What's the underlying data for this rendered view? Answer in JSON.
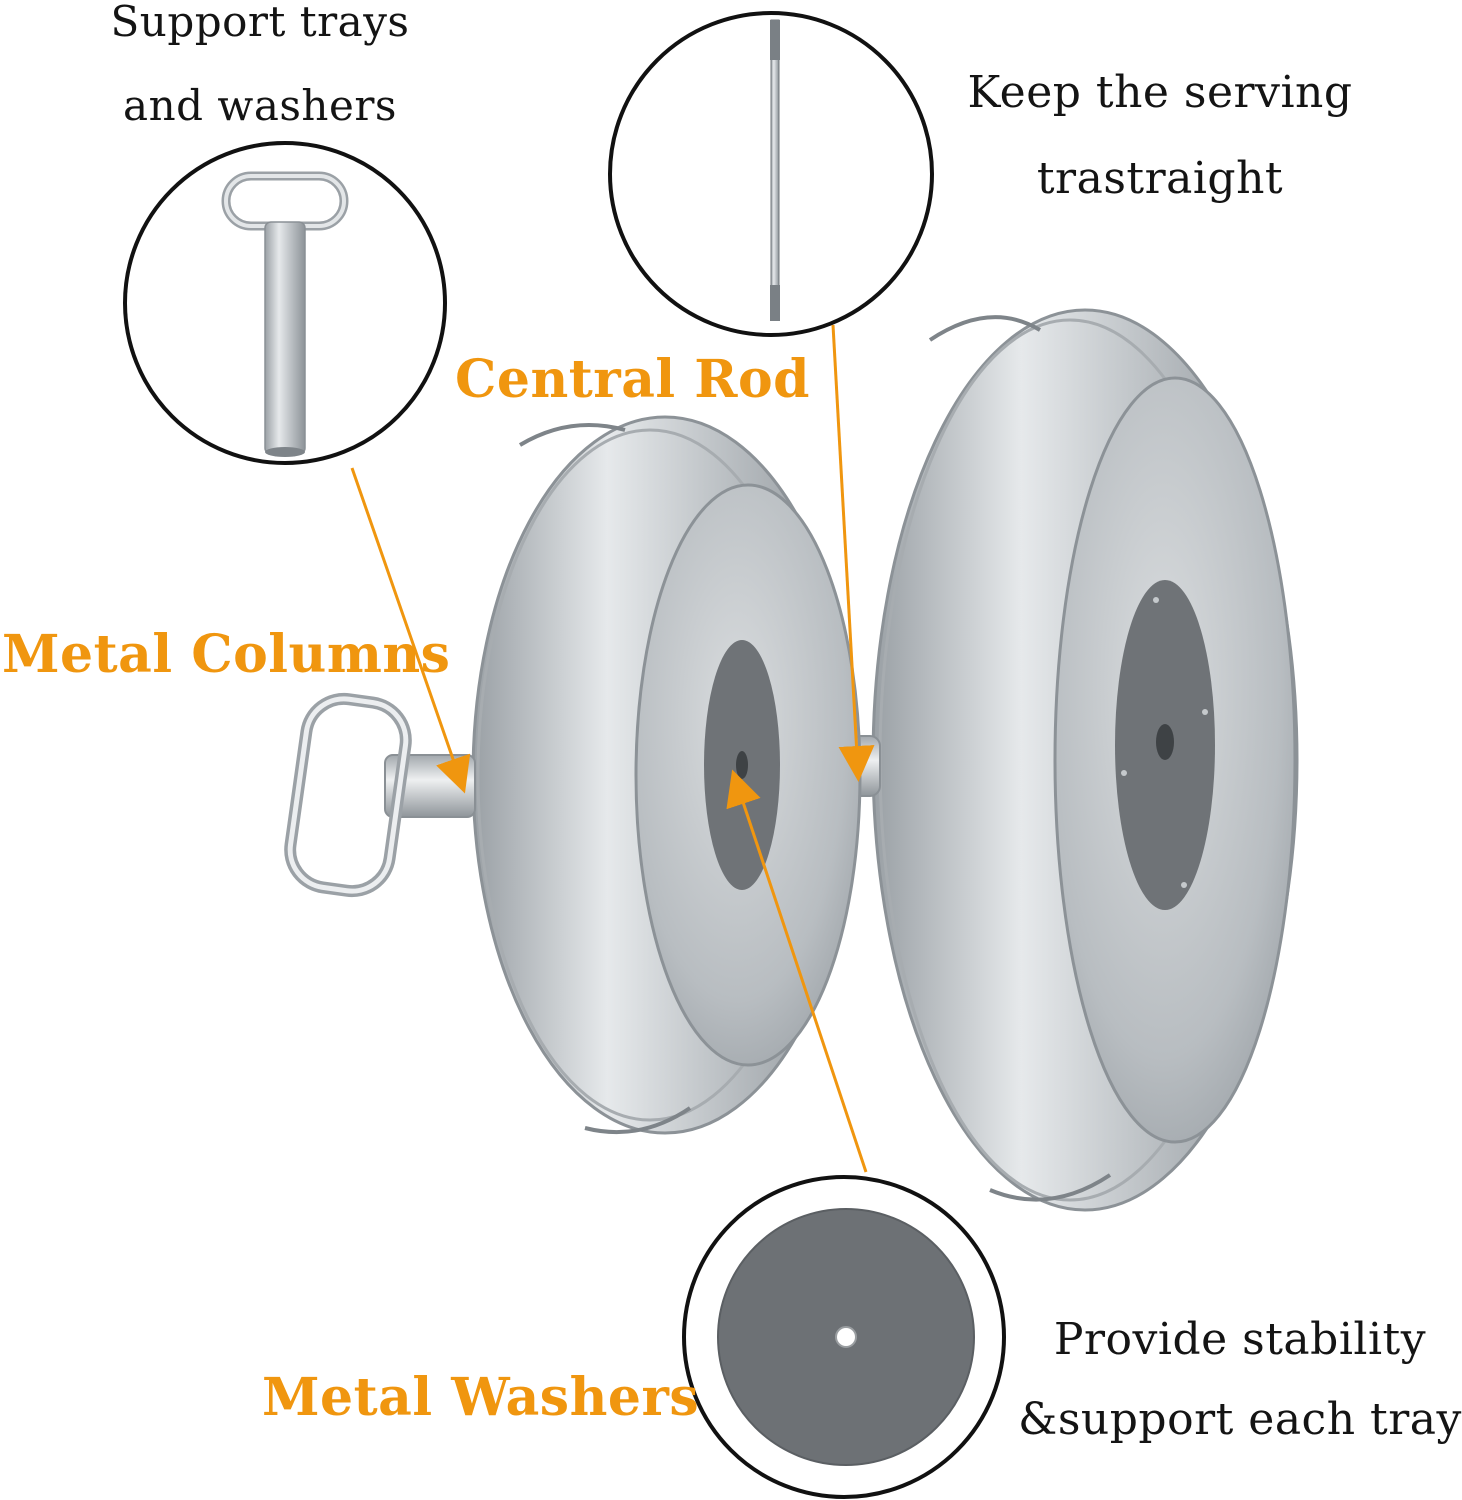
{
  "descriptions": {
    "support_line1": "Support trays",
    "support_line2": "and washers",
    "keep_line1": "Keep the serving",
    "keep_line2": "trastraight",
    "provide_line1": "Provide stability",
    "provide_line2": "&support each tray"
  },
  "labels": {
    "central_rod": "Central Rod",
    "metal_columns": "Metal Columns",
    "metal_washers": "Metal Washers"
  },
  "colors": {
    "label": "#f0960f",
    "text": "#141414",
    "metal": "#c4c8cc",
    "washer": "#6c7074"
  },
  "icons": [
    "metal-column-icon",
    "threaded-rod-icon",
    "washer-icon",
    "tray-icon"
  ]
}
